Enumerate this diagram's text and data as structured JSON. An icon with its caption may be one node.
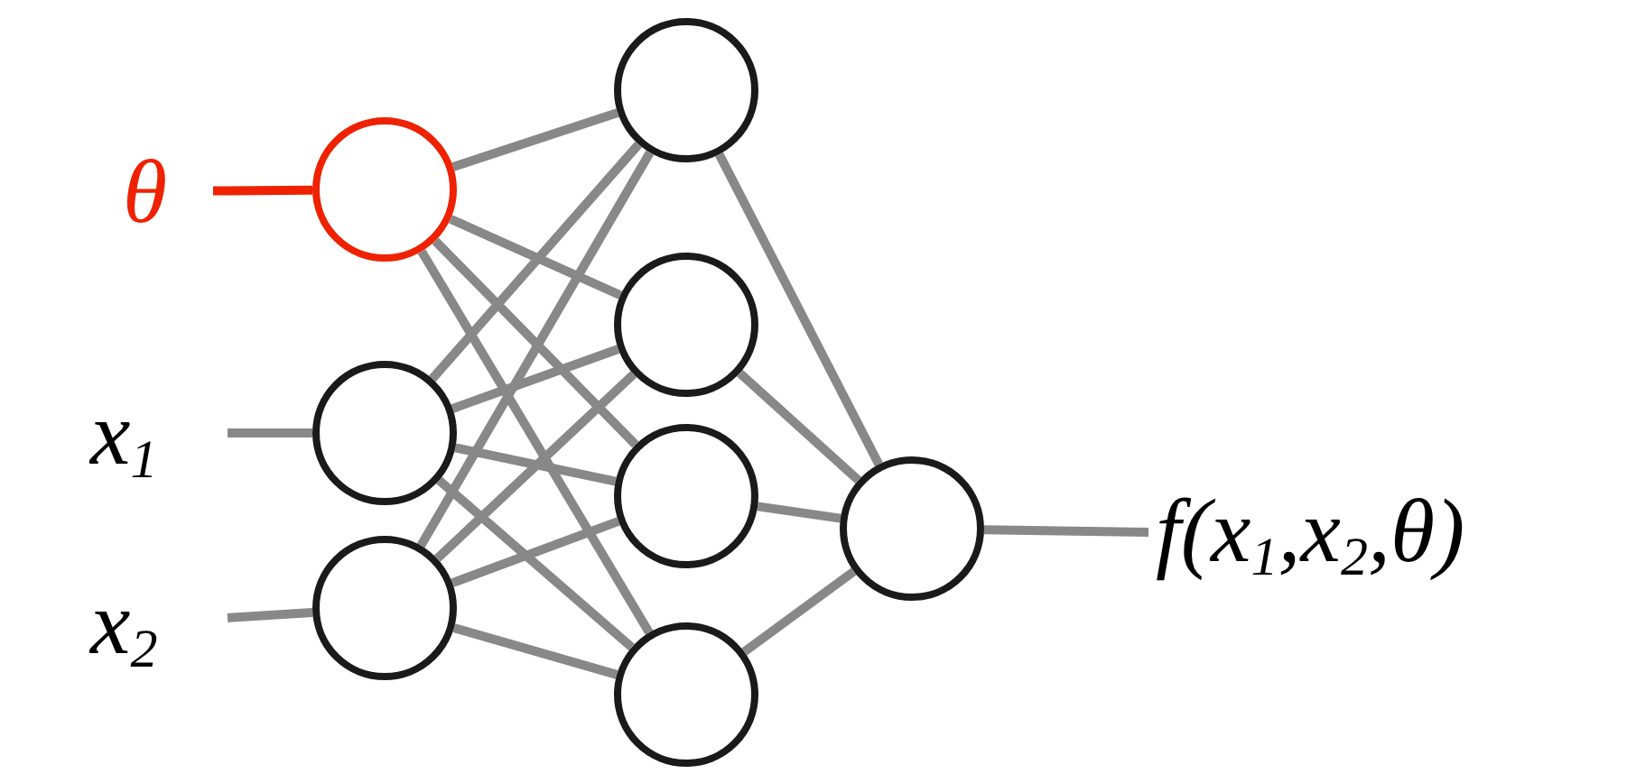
{
  "diagram": {
    "nodes": [
      {
        "text": [
          "θ"
        ]
      },
      {
        "text": [
          "x$_{1}$"
        ]
      },
      {
        "text": [
          "x$_{2}$"
        ]
      },
      {
        "text": [],
        "shape": "circle"
      },
      {
        "text": [],
        "shape": "circle"
      },
      {
        "text": [],
        "shape": "circle"
      },
      {
        "text": [],
        "shape": "circle"
      },
      {
        "text": [],
        "shape": "circle"
      },
      {
        "text": [],
        "shape": "circle"
      },
      {
        "text": [],
        "shape": "circle"
      },
      {
        "text": [],
        "shape": "circle"
      },
      {
        "text": [
          "f(x$_{1}$,x$_{2}$,θ)"
        ]
      }
    ],
    "edges": [
      {
        "from": 0,
        "to": 3,
        "arrow": "none",
        "color": "#ee2200"
      },
      {
        "from": 1,
        "to": 4,
        "arrow": "none"
      },
      {
        "from": 2,
        "to": 5,
        "arrow": "none"
      },
      {
        "from": 3,
        "to": 6,
        "arrow": "none"
      },
      {
        "from": 3,
        "to": 7,
        "arrow": "none"
      },
      {
        "from": 3,
        "to": 8,
        "arrow": "none"
      },
      {
        "from": 3,
        "to": 9,
        "arrow": "none"
      },
      {
        "from": 4,
        "to": 6,
        "arrow": "none"
      },
      {
        "from": 4,
        "to": 7,
        "arrow": "none"
      },
      {
        "from": 4,
        "to": 8,
        "arrow": "none"
      },
      {
        "from": 4,
        "to": 9,
        "arrow": "none"
      },
      {
        "from": 5,
        "to": 6,
        "arrow": "none"
      },
      {
        "from": 5,
        "to": 7,
        "arrow": "none"
      },
      {
        "from": 5,
        "to": 8,
        "arrow": "none"
      },
      {
        "from": 5,
        "to": 9,
        "arrow": "none"
      },
      {
        "from": 6,
        "to": 10,
        "arrow": "none"
      },
      {
        "from": 7,
        "to": 10,
        "arrow": "none"
      },
      {
        "from": 8,
        "to": 10,
        "arrow": "none"
      },
      {
        "from": 9,
        "to": 10,
        "arrow": "none"
      },
      {
        "from": 10,
        "to": 11,
        "arrow": "none"
      }
    ]
  }
}
